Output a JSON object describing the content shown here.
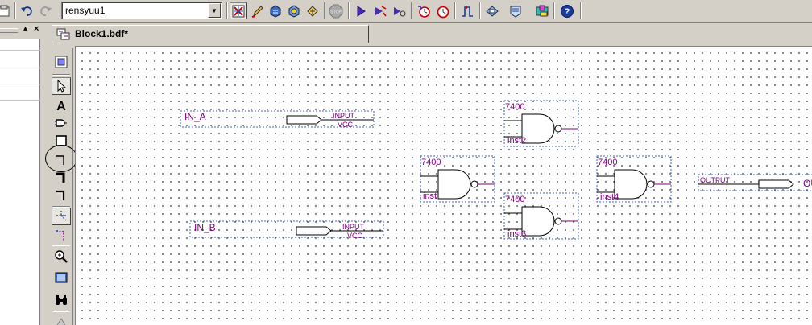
{
  "toolbar": {
    "project_combo_value": "rensyuu1",
    "buttons": [
      "open-icon",
      "undo-icon",
      "redo-icon",
      "compiler-icon",
      "pencil-icon",
      "settings-icon",
      "assign-icon",
      "pins-icon",
      "stop-icon",
      "start-compile-icon",
      "analysis-icon",
      "synthesis-icon",
      "timing-icon",
      "timing-quest-icon",
      "simulator-icon",
      "programmer-icon",
      "rtl-viewer-icon",
      "chip-planner-icon",
      "help-icon"
    ]
  },
  "left_panel": {
    "pin_glyph": "▴",
    "close_glyph": "×"
  },
  "tab": {
    "label": "Block1.bdf*"
  },
  "block_tools": [
    "block-icon",
    "selection-icon",
    "text-icon",
    "symbol-icon",
    "block-tool-icon",
    "orthogonal-node-icon",
    "orthogonal-bus-icon",
    "conduit-icon",
    "partial-line-icon",
    "rubberbanding-icon",
    "zoom-icon",
    "full-screen-icon",
    "find-icon",
    "flip-icon"
  ],
  "schematic": {
    "inputs": [
      {
        "name": "IN_A",
        "type_label": "INPUT",
        "default_label": "VCC"
      },
      {
        "name": "IN_B",
        "type_label": "INPUT",
        "default_label": "VCC"
      }
    ],
    "gates": [
      {
        "part": "7400",
        "instance": "inst"
      },
      {
        "part": "7400",
        "instance": "inst2"
      },
      {
        "part": "7400",
        "instance": "inst3"
      },
      {
        "part": "7400",
        "instance": "inst4"
      }
    ],
    "output": {
      "type_label": "OUTPUT",
      "name_partial": "OU"
    }
  },
  "colors": {
    "schematic_purple": "#800080",
    "selection_blue": "#4060c0",
    "ui_face": "#d4d0c8"
  }
}
